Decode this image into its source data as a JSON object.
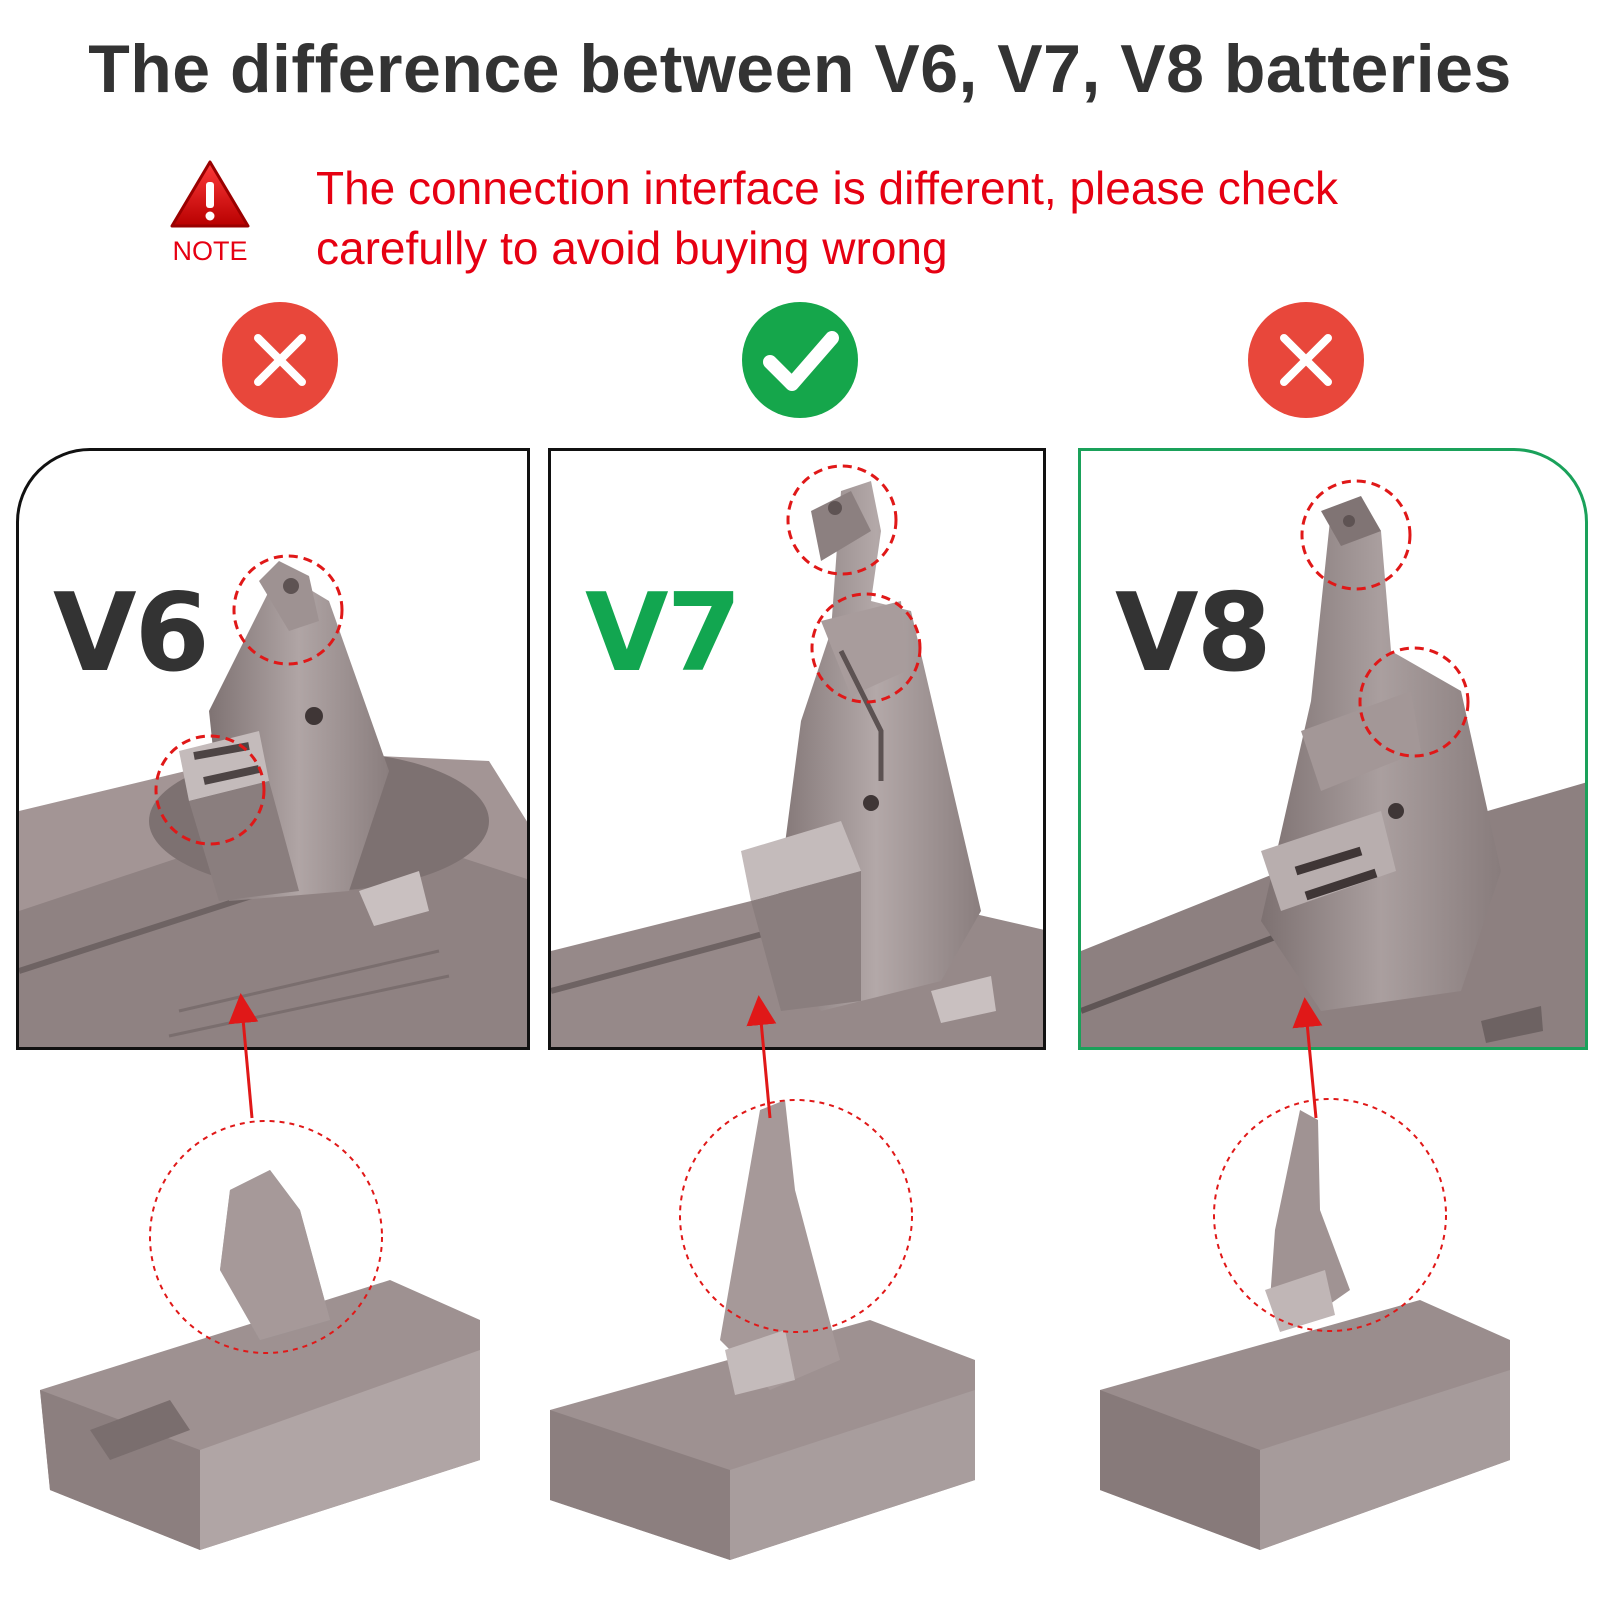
{
  "title": "The difference between V6, V7, V8 batteries",
  "note": {
    "label": "NOTE",
    "text_line1": "The connection interface is different, please check",
    "text_line2": "carefully to avoid buying wrong"
  },
  "panels": [
    {
      "model": "V6",
      "status": "incompatible",
      "badge_icon": "cross-icon",
      "model_color": "#333333",
      "border_color": "#111111"
    },
    {
      "model": "V7",
      "status": "compatible",
      "badge_icon": "check-icon",
      "model_color": "#12a650",
      "border_color": "#111111"
    },
    {
      "model": "V8",
      "status": "incompatible",
      "badge_icon": "cross-icon",
      "model_color": "#333333",
      "border_color": "#1aa15a"
    }
  ],
  "colors": {
    "title": "#333333",
    "warning_red": "#e60012",
    "badge_red": "#e8473b",
    "badge_green": "#15a64b",
    "battery_gray": "#9a8c8c",
    "highlight_dash": "#e01818"
  }
}
